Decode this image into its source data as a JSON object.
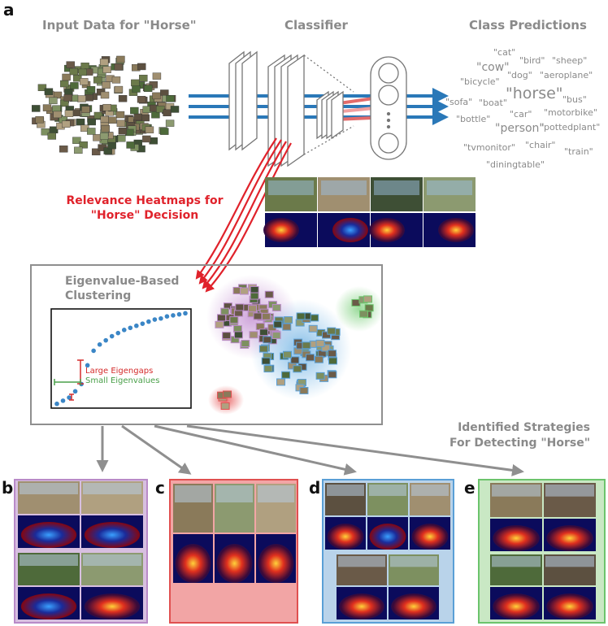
{
  "figure": {
    "panel_a": "a",
    "input_title": "Input Data for \"Horse\"",
    "classifier_title": "Classifier",
    "predictions_title": "Class Predictions",
    "relevance_line1": "Relevance Heatmaps for",
    "relevance_line2": "\"Horse\" Decision",
    "clustering_line1": "Eigenvalue-Based",
    "clustering_line2": "Clustering",
    "large_eigengaps": "Large Eigengaps",
    "small_eigenvalues": "Small Eigenvalues",
    "strategies_line1": "Identified Strategies",
    "strategies_line2": "For Detecting \"Horse\"",
    "panel_b": "b",
    "panel_c": "c",
    "panel_d": "d",
    "panel_e": "e"
  },
  "class_words": [
    {
      "text": "\"cat\"",
      "size": "small"
    },
    {
      "text": "\"bird\"",
      "size": "small"
    },
    {
      "text": "\"sheep\"",
      "size": "small"
    },
    {
      "text": "\"cow\"",
      "size": "mid"
    },
    {
      "text": "\"dog\"",
      "size": "small"
    },
    {
      "text": "\"aeroplane\"",
      "size": "small"
    },
    {
      "text": "\"bicycle\"",
      "size": "small"
    },
    {
      "text": "\"horse\"",
      "size": "big"
    },
    {
      "text": "\"sofa\"",
      "size": "small"
    },
    {
      "text": "\"boat\"",
      "size": "small"
    },
    {
      "text": "\"bus\"",
      "size": "small"
    },
    {
      "text": "\"car\"",
      "size": "small"
    },
    {
      "text": "\"motorbike\"",
      "size": "small"
    },
    {
      "text": "\"bottle\"",
      "size": "small"
    },
    {
      "text": "\"person\"",
      "size": "mid"
    },
    {
      "text": "\"pottedplant\"",
      "size": "small"
    },
    {
      "text": "\"tvmonitor\"",
      "size": "small"
    },
    {
      "text": "\"chair\"",
      "size": "small"
    },
    {
      "text": "\"train\"",
      "size": "small"
    },
    {
      "text": "\"diningtable\"",
      "size": "small"
    }
  ],
  "colors": {
    "gray_text": "#8a8a8a",
    "relevance_red": "#e0222b",
    "flow_blue": "#2a78b8",
    "flow_red": "#e26b6b",
    "cluster_purple": "#b98ac8",
    "cluster_red": "#e05050",
    "cluster_blue": "#5a9fd6",
    "cluster_green": "#6cc46c",
    "eigen_dots": "#3b86c6",
    "gap_red": "#d42b2b",
    "gap_green": "#4aa04a"
  },
  "eigenvalue_plot": {
    "description_free": true,
    "values": [
      0.01,
      0.04,
      0.07,
      0.13,
      0.2,
      0.38,
      0.52,
      0.58,
      0.62,
      0.66,
      0.69,
      0.72,
      0.74,
      0.76,
      0.78,
      0.8,
      0.82,
      0.83,
      0.85,
      0.86,
      0.87,
      0.88
    ]
  }
}
